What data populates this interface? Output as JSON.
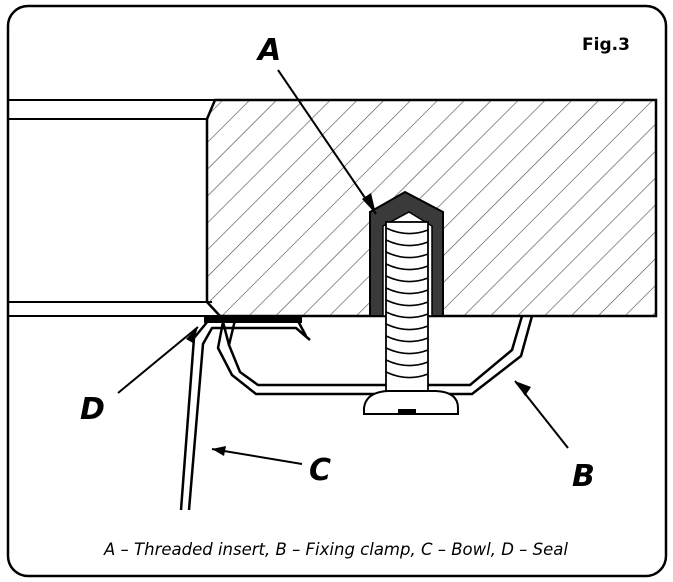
{
  "figure": {
    "label": "Fig.3",
    "caption": "A – Threaded insert,  B – Fixing clamp, C – Bowl,  D – Seal"
  },
  "callouts": {
    "a": "A",
    "b": "B",
    "c": "C",
    "d": "D"
  },
  "colors": {
    "stroke": "#000000",
    "hatch": "#555555",
    "insert": "#3a3a3a",
    "background": "#ffffff"
  }
}
